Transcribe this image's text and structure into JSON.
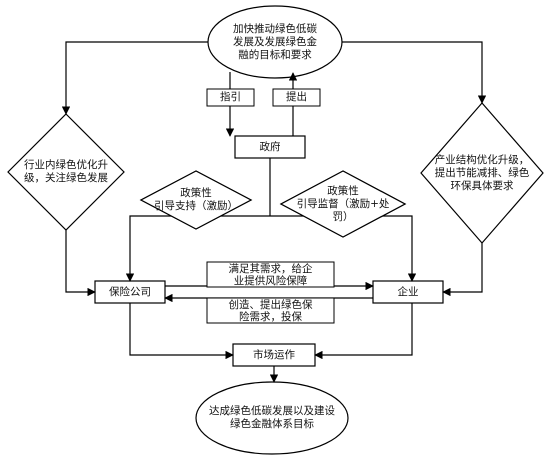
{
  "nodes": {
    "top_goal": "加快推动绿色低碳\n发展及发展绿色金\n融的目标和要求",
    "government": "政府",
    "guide_label": "指引",
    "propose_label": "提出",
    "left_diamond": "行业内绿色优化升\n级，关注绿色发展",
    "right_diamond": "产业结构优化升级，\n提出节能减排、绿色\n环保具体要求",
    "policy_support": "政策性\n引导支持（激励）",
    "policy_supervision": "政策性\n引导监督（激励+处\n罚）",
    "insurance": "保险公司",
    "enterprise": "企业",
    "meet_needs": "满足其需求，给企\n业提供风险保障",
    "create_needs": "创造、提出绿色保\n险需求，投保",
    "market": "市场运作",
    "final_goal": "达成绿色低碳发展以及建设\n绿色金融体系目标"
  }
}
